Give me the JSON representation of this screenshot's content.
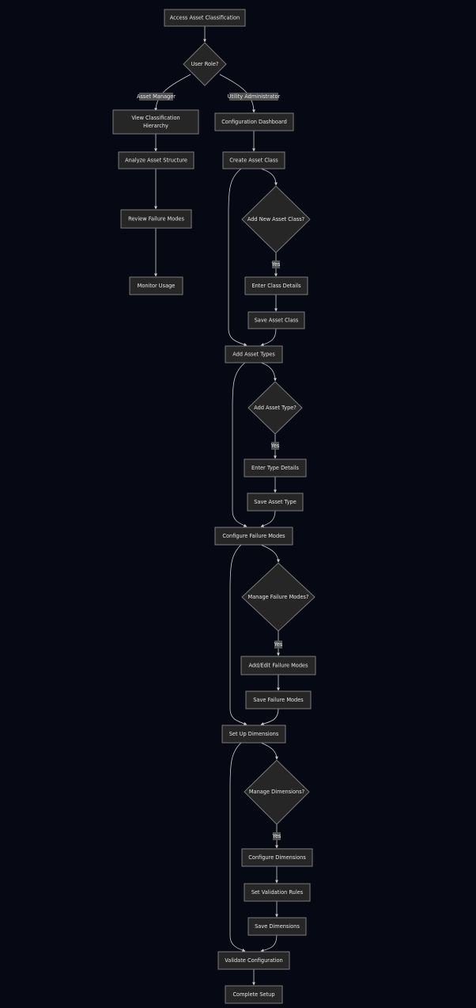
{
  "nodes": {
    "start": "Access Asset Classification",
    "role": "User Role?",
    "view": [
      "View Classification",
      "Hierarchy"
    ],
    "analyze": "Analyze Asset Structure",
    "review": "Review Failure Modes",
    "monitor": "Monitor Usage",
    "dashboard": "Configuration Dashboard",
    "create_class": "Create Asset Class",
    "add_class_q": "Add New Asset Class?",
    "enter_class": "Enter Class Details",
    "save_class": "Save Asset Class",
    "add_types": "Add Asset Types",
    "add_type_q": "Add Asset Type?",
    "enter_type": "Enter Type Details",
    "save_type": "Save Asset Type",
    "config_fm": "Configure Failure Modes",
    "manage_fm_q": "Manage Failure Modes?",
    "edit_fm": "Add/Edit Failure Modes",
    "save_fm": "Save Failure Modes",
    "setup_dim": "Set Up Dimensions",
    "manage_dim_q": "Manage Dimensions?",
    "config_dim": "Configure Dimensions",
    "validation": "Set Validation Rules",
    "save_dim": "Save Dimensions",
    "validate": "Validate Configuration",
    "complete": "Complete Setup"
  },
  "edge_labels": {
    "asset_manager": "Asset Manager",
    "utility_admin": "Utility Administrator",
    "yes": "Yes"
  },
  "colors": {
    "background": "#060913",
    "node_fill": "#262626",
    "node_stroke": "#7a7a7a",
    "edge": "#cfcfcf",
    "text": "#e6e6e6"
  }
}
